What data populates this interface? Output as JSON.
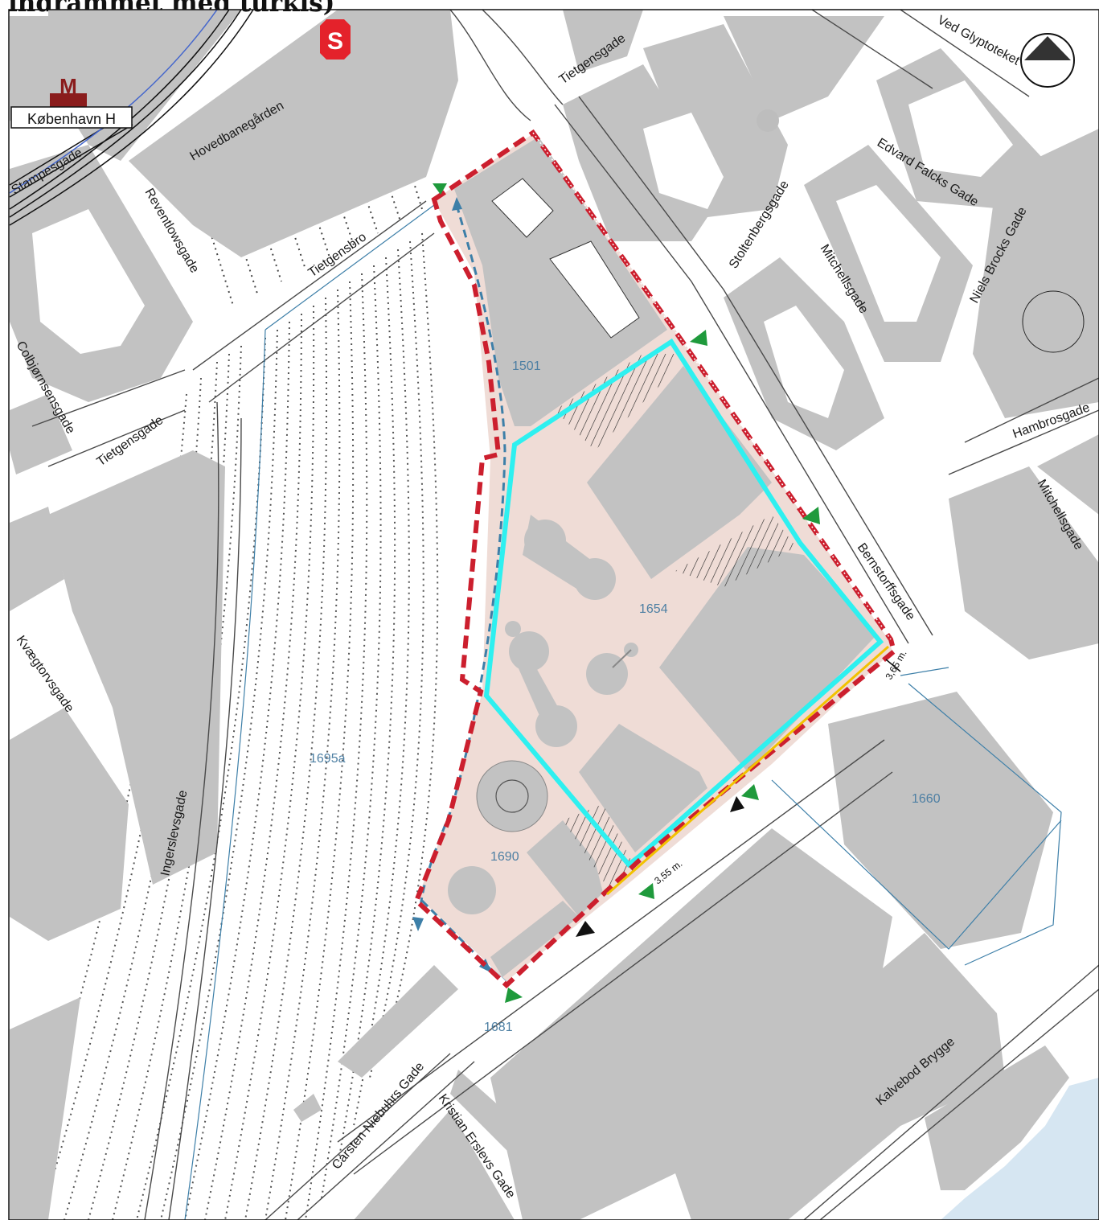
{
  "header": {
    "title": "indrammet med turkis)"
  },
  "colors": {
    "building": "#c2c2c2",
    "road_edge": "#4a4a4a",
    "site_fill": "#efdcd6",
    "boundary_red": "#cc1f2e",
    "highlight_cyan": "#2ef0f0",
    "path_blue": "#3d7fa8",
    "arrow_green": "#1f9a3c",
    "water": "#d6e6f2",
    "metro_red": "#8a1c1c",
    "s_train_red": "#e4222b"
  },
  "icons": {
    "metro": "metro-m-icon",
    "s_train": "s-train-icon",
    "north": "north-arrow-icon"
  },
  "station": {
    "label": "København H",
    "symbol": "M"
  },
  "s_train": {
    "symbol": "S"
  },
  "streets": {
    "tietgensgade_top": "Tietgensgade",
    "ved_glyptoteket": "Ved Glyptoteket",
    "stampesgade": "Stampesgade",
    "hovedbanegaarden": "Hovedbanegården",
    "reventlowsgade": "Reventlowsgade",
    "tietgensbro": "Tietgensbro",
    "edvard_falcks_gade": "Edvard Falcks Gade",
    "stoltenbergsgade": "Stoltenbergsgade",
    "niels_brocks_gade": "Niels Brocks Gade",
    "mitchellsgade_1": "Mitchellsgade",
    "colbjornsensgade": "Colbjørnsensgade",
    "tietgensgade_left": "Tietgensgade",
    "hambrosgade": "Hambrosgade",
    "mitchellsgade_2": "Mitchellsgade",
    "bernstorffsgade": "Bernstorffsgade",
    "kvaegtorvsgade": "Kvægtorvsgade",
    "ingerslevsgade": "Ingerslevsgade",
    "kalvebod_brygge": "Kalvebod Brygge",
    "carsten_niebuhrs_gade": "Carsten Niebuhrs Gade",
    "kristian_erslevs_gade": "Kristian Erslevs Gade"
  },
  "parcels": {
    "p1501": "1501",
    "p1654": "1654",
    "p1695a": "1695a",
    "p1690": "1690",
    "p1660": "1660",
    "p1681": "1681"
  },
  "measurements": {
    "m1": "3,65 m.",
    "m2": "3,55 m."
  }
}
